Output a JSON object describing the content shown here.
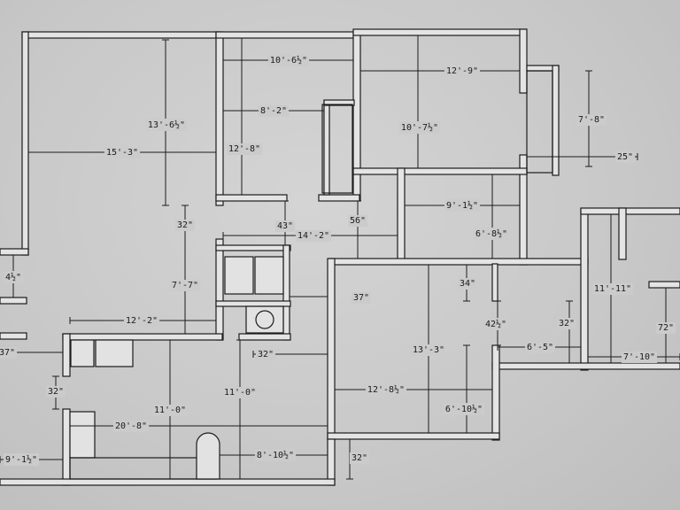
{
  "plan": {
    "dimensions": [
      "13'-6½\"",
      "10'-6½\"",
      "12'-9\"",
      "7'-8\"",
      "25\"",
      "15'-3\"",
      "8'-2\"",
      "12'-8\"",
      "10'-7½\"",
      "9'-1½\"",
      "6'-8½\"",
      "32\"",
      "43\"",
      "56\"",
      "14'-2\"",
      "4½\"",
      "7'-7\"",
      "37\"",
      "34\"",
      "11'-11\"",
      "12'-2\"",
      "32\"",
      "37\"",
      "32\"",
      "42½\"",
      "6'-5\"",
      "72\"",
      "7'-10\"",
      "13'-3\"",
      "11'-0\"",
      "11'-0\"",
      "12'-8½\"",
      "32\"",
      "6'-10½\"",
      "20'-8\"",
      "8'-10½\"",
      "9'-1½\"",
      "32\""
    ]
  }
}
